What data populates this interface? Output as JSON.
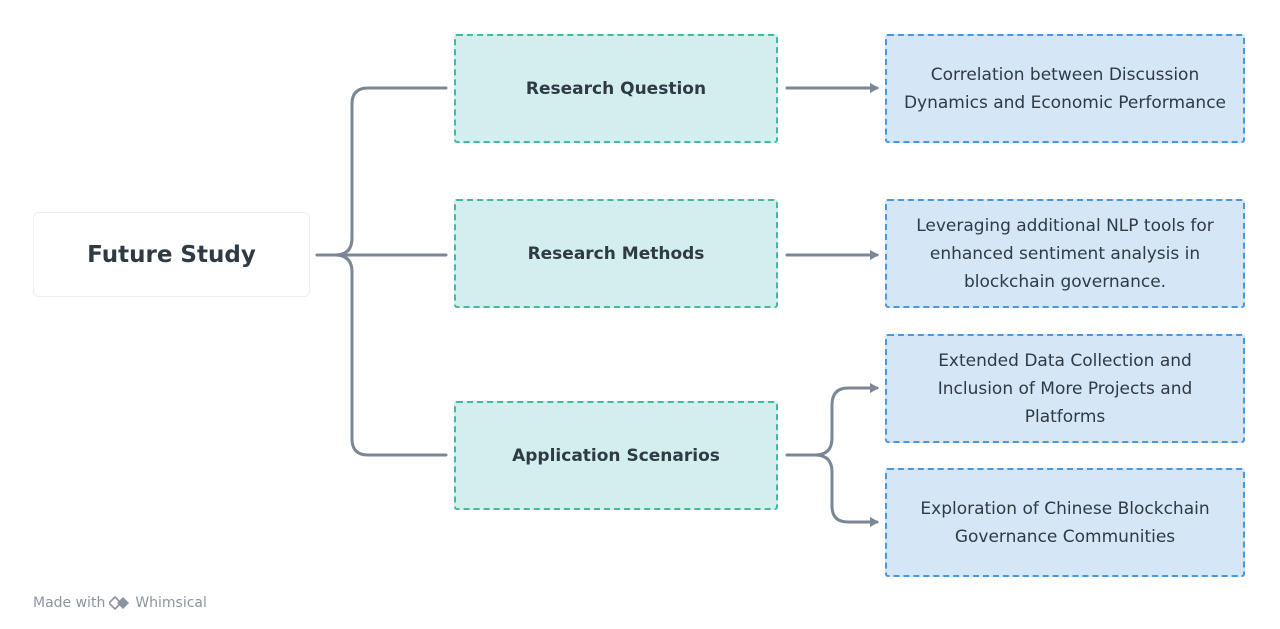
{
  "root": {
    "label": "Future Study"
  },
  "branches": [
    {
      "label": "Research Question",
      "children": [
        "Correlation between Discussion Dynamics and Economic Performance"
      ]
    },
    {
      "label": "Research Methods",
      "children": [
        "Leveraging additional NLP tools for enhanced sentiment analysis in blockchain governance."
      ]
    },
    {
      "label": "Application Scenarios",
      "children": [
        "Extended Data Collection and Inclusion of More Projects and Platforms",
        "Exploration of Chinese Blockchain Governance Communities"
      ]
    }
  ],
  "footer": {
    "prefix": "Made with",
    "brand": "Whimsical",
    "logo_icon": "whimsical-logo-icon"
  },
  "colors": {
    "connector": "#7b8794",
    "branch_fill": "#d3efed",
    "branch_border": "#45b8a1",
    "leaf_fill": "#d5e6f6",
    "leaf_border": "#4a97e0",
    "text": "#2f3a45"
  }
}
